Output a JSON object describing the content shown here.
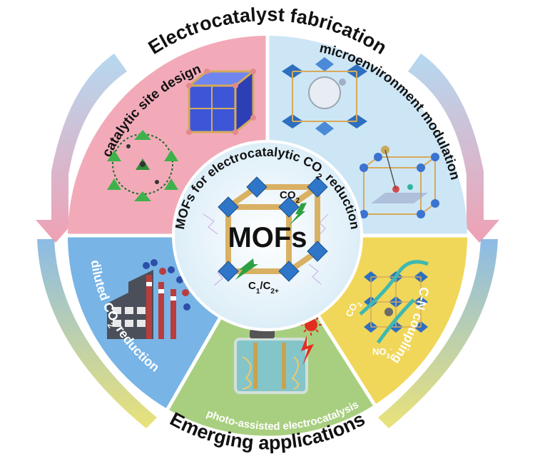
{
  "outer": {
    "top_title": "Electrocatalyst fabrication",
    "bottom_title": "Emerging applications"
  },
  "sectors": {
    "catalytic": "catalytic site design",
    "microenvironment": "microenvironment modulation",
    "diluted_prefix": "diluted CO",
    "diluted_sub": "2",
    "diluted_suffix": " reduction",
    "photo": "photo-assisted electrocatalysis",
    "cn": "C-N coupling"
  },
  "center": {
    "arc_prefix": "MOFs for electrocatalytic CO",
    "arc_sub": "2",
    "arc_suffix": " reduction",
    "mofs": "MOFs",
    "co2_main": "CO",
    "co2_sub": "2",
    "product_c": "C",
    "product_1": "1",
    "product_slash": "/C",
    "product_2": "2+"
  },
  "cn_labels": {
    "co2_main": "CO",
    "co2_sub": "2",
    "no3_main": "NO",
    "no3_sub": "3",
    "no3_sup": "-"
  },
  "colors": {
    "pink": "#f2aab9",
    "lightblue": "#cde6f5",
    "blue": "#78b4e6",
    "green": "#a8cf80",
    "yellow": "#f0d75a",
    "center_fill": "#eaf4fb",
    "arrow_pink": "#ee8fa6",
    "arrow_blue": "#7fb4e3"
  }
}
